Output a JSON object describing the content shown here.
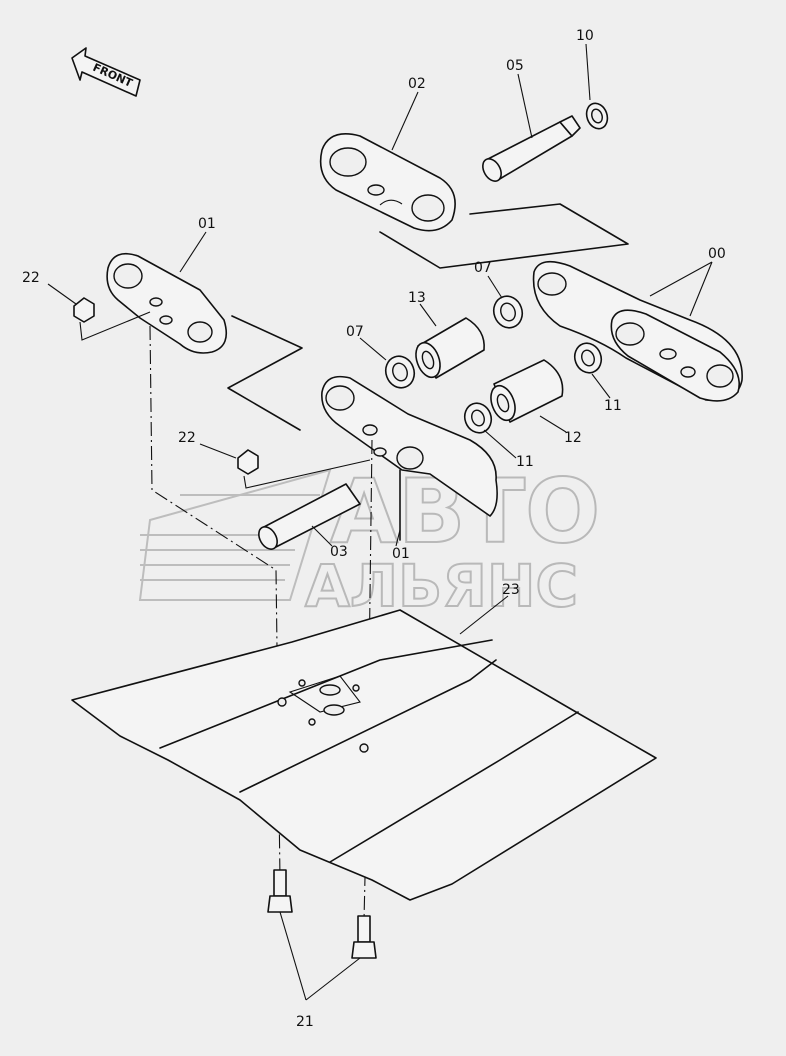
{
  "front_label": "FRONT",
  "watermark": {
    "line1": "АВТО",
    "line2": "АЛЬЯНС"
  },
  "callouts": [
    {
      "id": "c-00",
      "text": "00"
    },
    {
      "id": "c-01a",
      "text": "01"
    },
    {
      "id": "c-01b",
      "text": "01"
    },
    {
      "id": "c-02",
      "text": "02"
    },
    {
      "id": "c-03",
      "text": "03"
    },
    {
      "id": "c-05",
      "text": "05"
    },
    {
      "id": "c-07a",
      "text": "07"
    },
    {
      "id": "c-07b",
      "text": "07"
    },
    {
      "id": "c-10",
      "text": "10"
    },
    {
      "id": "c-11a",
      "text": "11"
    },
    {
      "id": "c-11b",
      "text": "11"
    },
    {
      "id": "c-12",
      "text": "12"
    },
    {
      "id": "c-13",
      "text": "13"
    },
    {
      "id": "c-21",
      "text": "21"
    },
    {
      "id": "c-22a",
      "text": "22"
    },
    {
      "id": "c-22b",
      "text": "22"
    },
    {
      "id": "c-23",
      "text": "23"
    }
  ]
}
